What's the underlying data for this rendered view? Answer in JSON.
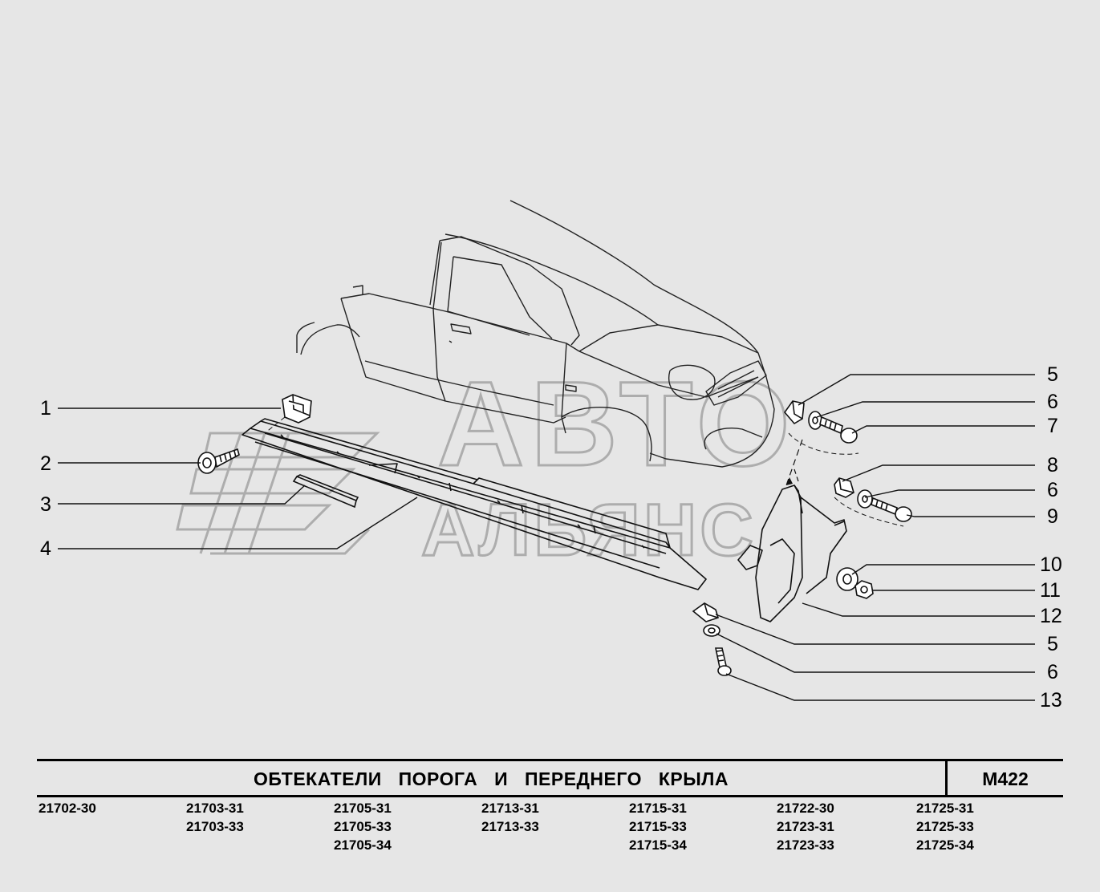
{
  "title": "ОБТЕКАТЕЛИ ПОРОГА И ПЕРЕДНЕГО КРЫЛА",
  "code": "М422",
  "watermark": {
    "line1": "АВТО",
    "line2": "АЛЬЯНС"
  },
  "callouts": {
    "left": [
      "1",
      "2",
      "3",
      "4"
    ],
    "right": [
      "5",
      "6",
      "7",
      "8",
      "6",
      "9",
      "10",
      "11",
      "12",
      "5",
      "6",
      "13"
    ]
  },
  "models": [
    [
      "21702-30"
    ],
    [
      "21703-31",
      "21703-33"
    ],
    [
      "21705-31",
      "21705-33",
      "21705-34"
    ],
    [
      "21713-31",
      "21713-33"
    ],
    [
      "21715-31",
      "21715-33",
      "21715-34"
    ],
    [
      "21722-30",
      "21723-31",
      "21723-33"
    ],
    [
      "21725-31",
      "21725-33",
      "21725-34"
    ]
  ]
}
